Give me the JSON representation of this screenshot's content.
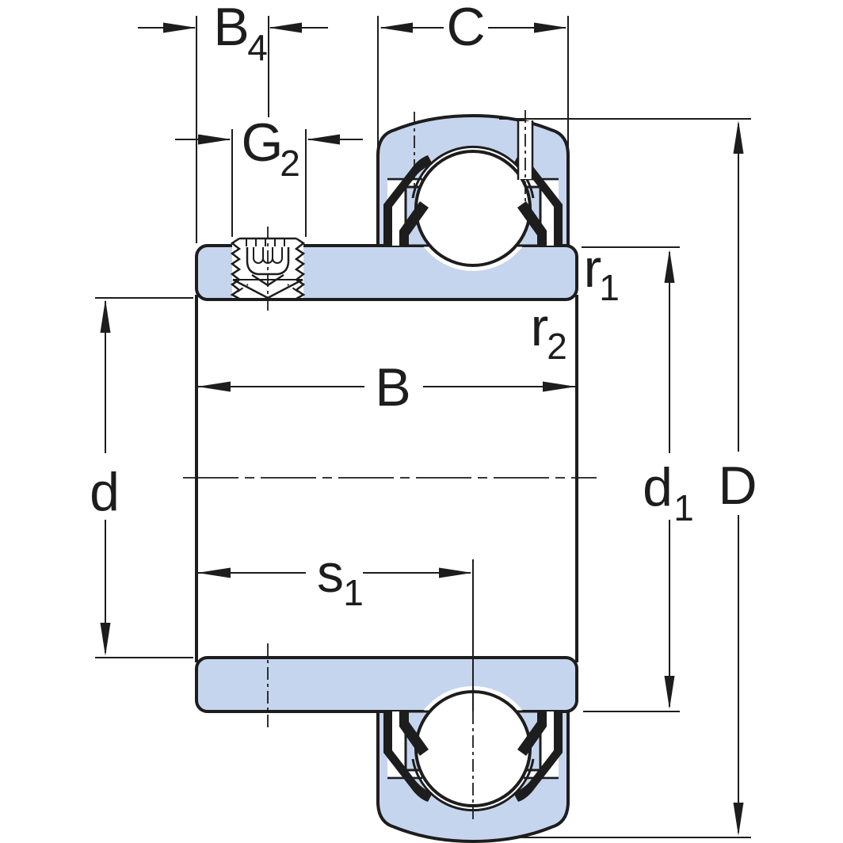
{
  "drawing": {
    "kind": "bearing-cross-section",
    "subject": "Insert ball bearing with grub screws, sealed, spherical outer ring OD",
    "colors": {
      "accent_fill": "#c6d5ee",
      "line": "#1d1d1d",
      "background": "#ffffff"
    },
    "labels": {
      "b4": {
        "main": "B",
        "sub": "4"
      },
      "c": {
        "main": "C",
        "sub": ""
      },
      "g2": {
        "main": "G",
        "sub": "2"
      },
      "r1": {
        "main": "r",
        "sub": "1"
      },
      "r2": {
        "main": "r",
        "sub": "2"
      },
      "b": {
        "main": "B",
        "sub": ""
      },
      "d": {
        "main": "d",
        "sub": ""
      },
      "d1": {
        "main": "d",
        "sub": "1"
      },
      "dcap": {
        "main": "D",
        "sub": ""
      },
      "s1": {
        "main": "s",
        "sub": "1"
      }
    }
  }
}
